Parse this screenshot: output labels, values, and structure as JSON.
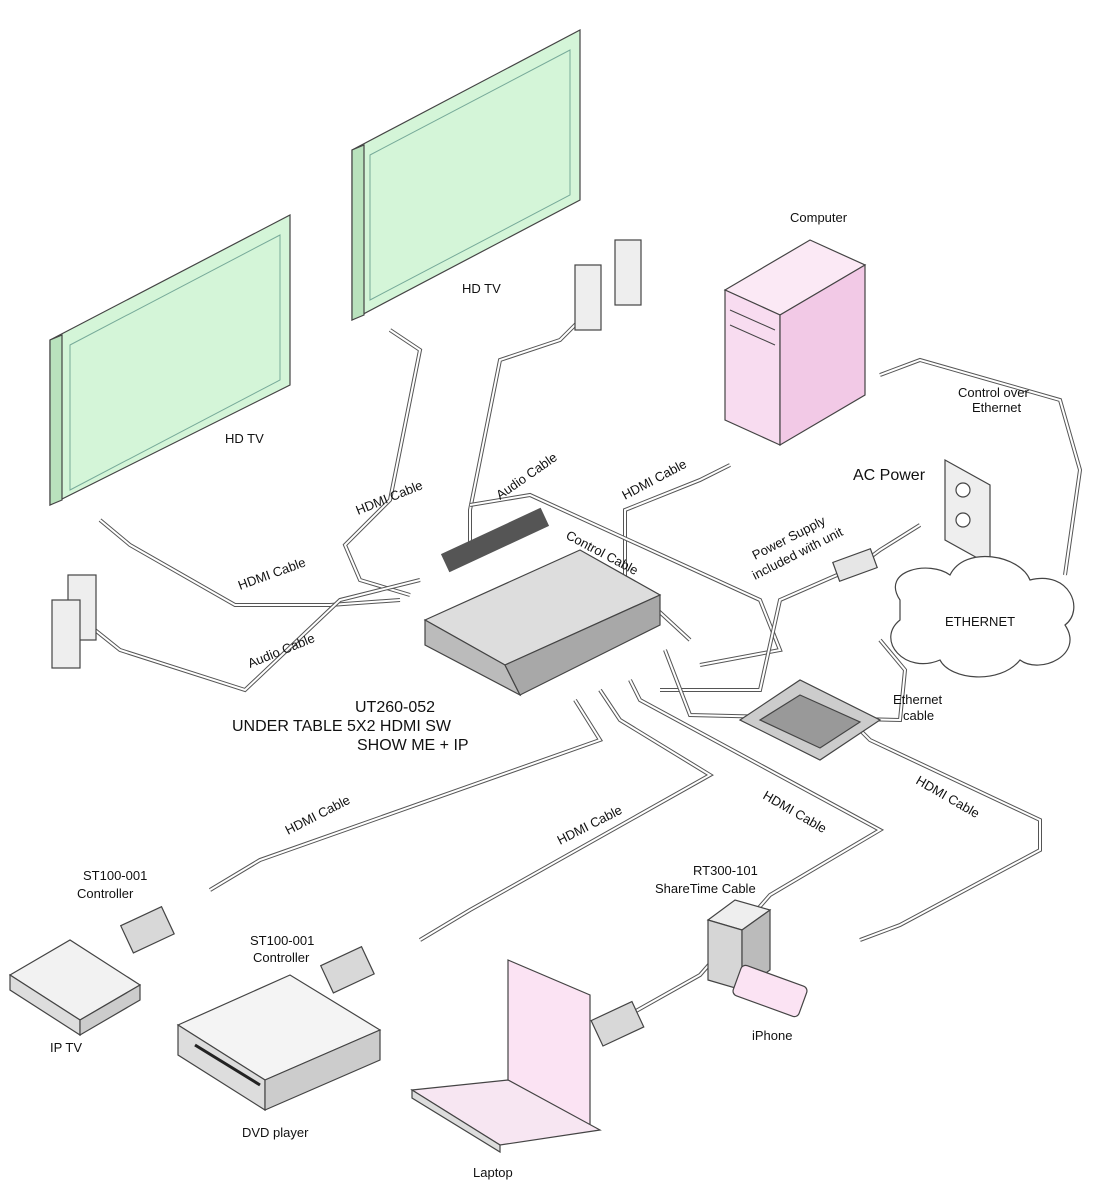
{
  "diagram": {
    "device_labels": {
      "hdtv_left": "HD TV",
      "hdtv_right": "HD TV",
      "computer": "Computer",
      "ac_power": "AC Power",
      "ethernet_cloud": "ETHERNET",
      "switch_line1": "UT260-052",
      "switch_line2": "UNDER TABLE 5X2 HDMI SW",
      "switch_line3": "SHOW ME + IP",
      "controller1_line1": "ST100-001",
      "controller1_line2": "Controller",
      "controller2_line1": "ST100-001",
      "controller2_line2": "Controller",
      "ip_tv": "IP TV",
      "dvd_player": "DVD player",
      "laptop": "Laptop",
      "sharetime_line1": "RT300-101",
      "sharetime_line2": "ShareTime Cable",
      "iphone": "iPhone"
    },
    "cable_labels": {
      "hdmi_left_tv": "HDMI Cable",
      "hdmi_right_tv": "HDMI Cable",
      "audio_top": "Audio Cable",
      "audio_left": "Audio Cable",
      "hdmi_computer": "HDMI Cable",
      "control_cable": "Control Cable",
      "power_supply_line1": "Power Supply",
      "power_supply_line2": "included with unit",
      "control_ethernet_line1": "Control over",
      "control_ethernet_line2": "Ethernet",
      "ethernet_cable_line1": "Ethernet",
      "ethernet_cable_line2": "cable",
      "hdmi_iptv": "HDMI Cable",
      "hdmi_dvd": "HDMI Cable",
      "hdmi_laptop": "HDMI Cable",
      "hdmi_iphone": "HDMI Cable"
    },
    "colors": {
      "tv_screen": "#d4f5d8",
      "computer": "#f8dcf0",
      "laptop_screen": "#fbe3f3",
      "device_gray": "#c8c8c8"
    }
  }
}
